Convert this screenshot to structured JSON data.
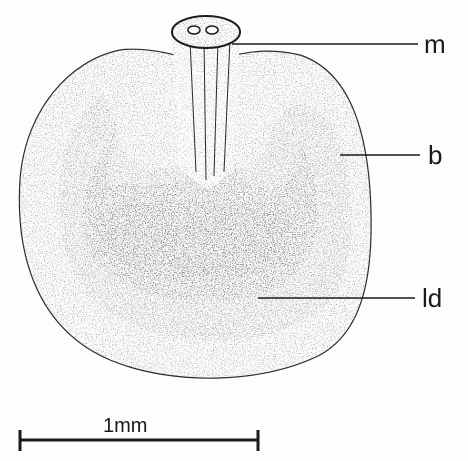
{
  "labels": {
    "m": "m",
    "b": "b",
    "ld": "ld"
  },
  "scale_bar": {
    "label": "1mm"
  },
  "colors": {
    "ink": "#1a1a1a",
    "paper": "#fdfdfb"
  }
}
